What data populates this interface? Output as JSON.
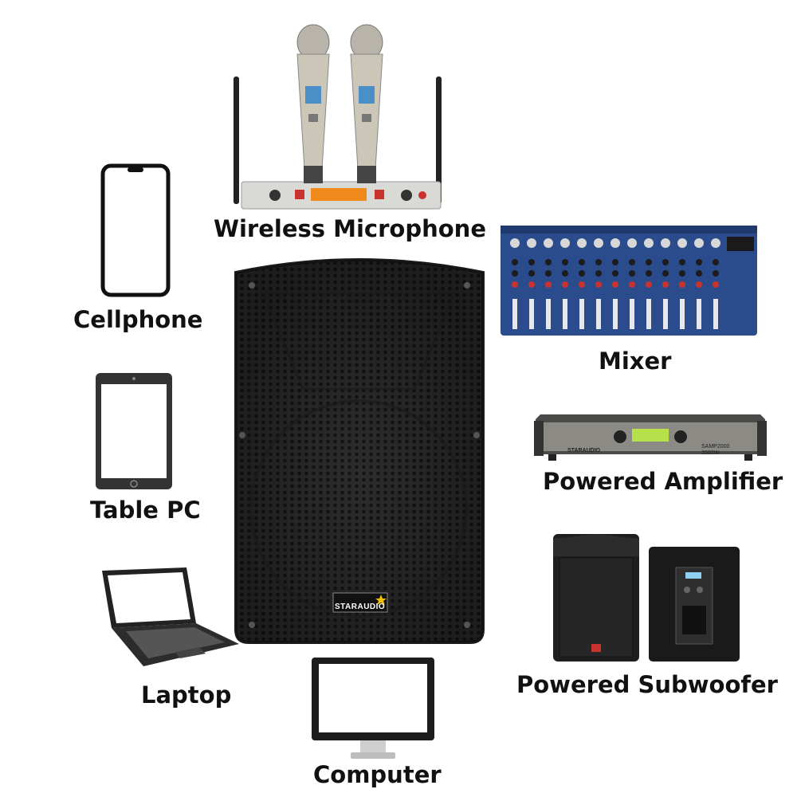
{
  "labels": {
    "wireless_microphone": "Wireless Microphone",
    "cellphone": "Cellphone",
    "mixer": "Mixer",
    "table_pc": "Table PC",
    "powered_amplifier": "Powered Amplifier",
    "powered_subwoofer": "Powered Subwoofer",
    "laptop": "Laptop",
    "computer": "Computer"
  },
  "brand": {
    "speaker_logo": "STARAUDIO",
    "amplifier_logo": "STARAUDIO",
    "amplifier_model": "SAMP2000",
    "amplifier_power": "2000W"
  },
  "colors": {
    "mixer_body": "#2b4c8c",
    "speaker_body": "#2a2a2a",
    "display_amber": "#f08a1c",
    "display_green": "#b6e04a",
    "star_gold": "#f2c200"
  }
}
